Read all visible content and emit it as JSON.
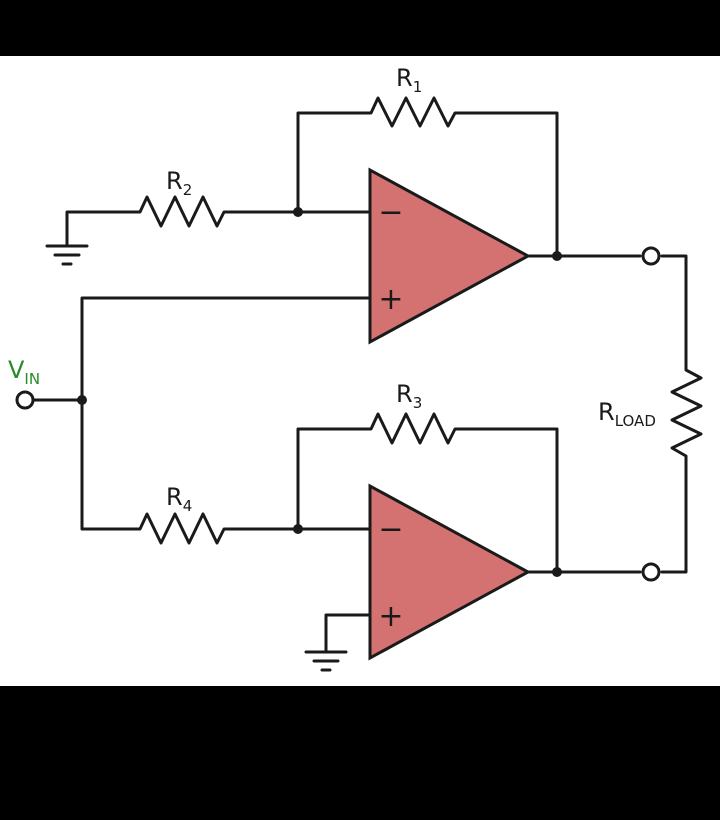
{
  "colors": {
    "background": "#000000",
    "panel": "#ffffff",
    "wire": "#1a1a1a",
    "opamp_fill": "#d47272",
    "vin_label": "#2a8a2a"
  },
  "labels": {
    "r1": {
      "main": "R",
      "sub": "1"
    },
    "r2": {
      "main": "R",
      "sub": "2"
    },
    "r3": {
      "main": "R",
      "sub": "3"
    },
    "r4": {
      "main": "R",
      "sub": "4"
    },
    "rload": {
      "main": "R",
      "sub": "LOAD"
    },
    "vin": {
      "main": "V",
      "sub": "IN"
    }
  },
  "opamp_signs": {
    "minus": "−",
    "plus": "+"
  }
}
